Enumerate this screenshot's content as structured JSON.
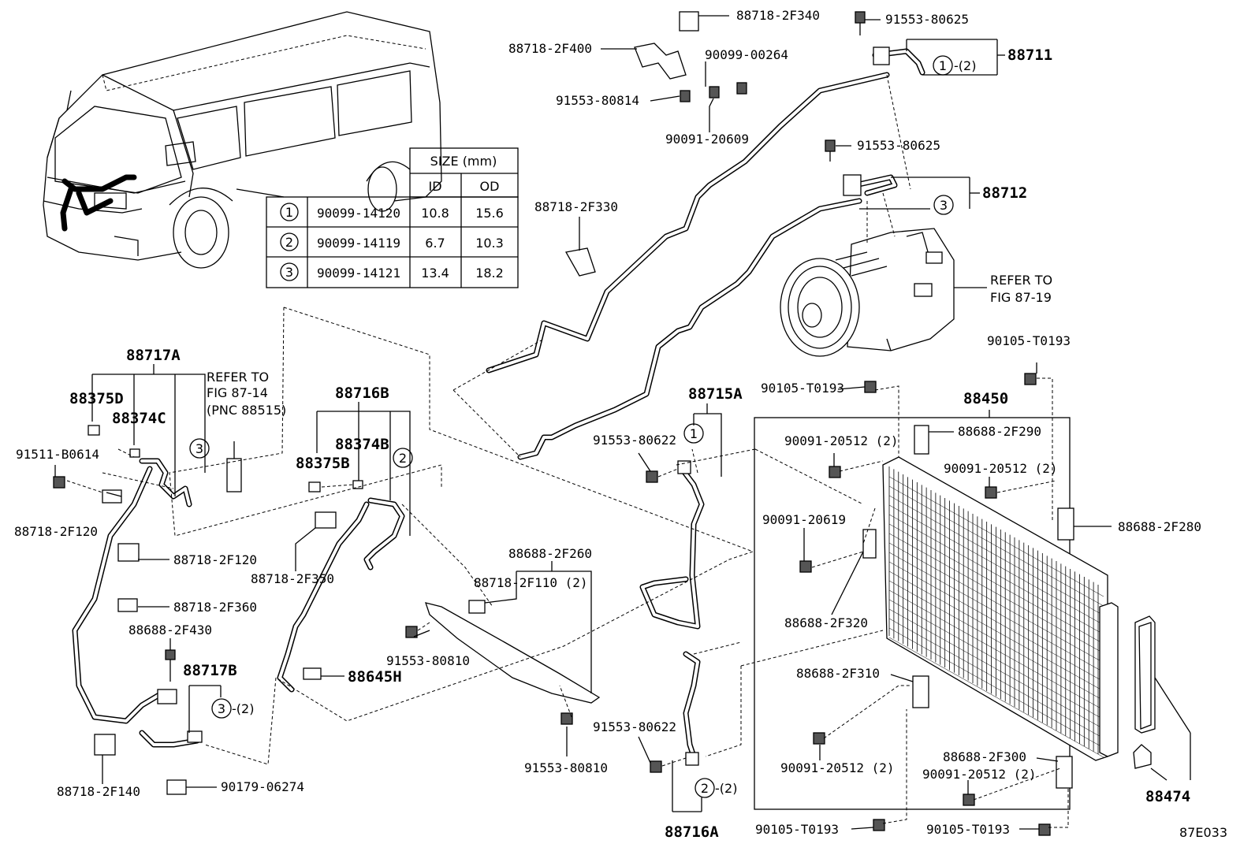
{
  "diagram_id": "87E033",
  "size_table": {
    "header": "SIZE (mm)",
    "col_id": "ID",
    "col_od": "OD",
    "rows": [
      {
        "mark": "1",
        "part": "90099-14120",
        "id": "10.8",
        "od": "15.6"
      },
      {
        "mark": "2",
        "part": "90099-14119",
        "id": "6.7",
        "od": "10.3"
      },
      {
        "mark": "3",
        "part": "90099-14121",
        "id": "13.4",
        "od": "18.2"
      }
    ]
  },
  "refer_compressor": {
    "line1": "REFER TO",
    "line2": "FIG 87-19"
  },
  "refer_valve": {
    "line1": "REFER TO",
    "line2": "FIG 87-14",
    "line3": "(PNC 88515)"
  },
  "labels": {
    "p88718_2F340": "88718-2F340",
    "p91553_80625_a": "91553-80625",
    "p88718_2F400": "88718-2F400",
    "p90099_00264": "90099-00264",
    "p88711": "88711",
    "p91553_80814": "91553-80814",
    "p90091_20609": "90091-20609",
    "p91553_80625_b": "91553-80625",
    "p88712": "88712",
    "p88718_2F330": "88718-2F330",
    "p88717A": "88717A",
    "p88375D": "88375D",
    "p88374C": "88374C",
    "p91511_B0614": "91511-B0614",
    "p88718_2F120_a": "88718-2F120",
    "p88718_2F120_b": "88718-2F120",
    "p88718_2F360": "88718-2F360",
    "p88688_2F430": "88688-2F430",
    "p88717B": "88717B",
    "p88718_2F140": "88718-2F140",
    "p90179_06274": "90179-06274",
    "p88716B": "88716B",
    "p88374B": "88374B",
    "p88375B": "88375B",
    "p88718_2F350": "88718-2F350",
    "p88645H": "88645H",
    "p88688_2F260": "88688-2F260",
    "p88718_2F110": "88718-2F110 (2)",
    "p91553_80810_a": "91553-80810",
    "p91553_80810_b": "91553-80810",
    "p88715A": "88715A",
    "p91553_80622_a": "91553-80622",
    "p91553_80622_b": "91553-80622",
    "p88716A": "88716A",
    "p90105_T0193_a": "90105-T0193",
    "p90105_T0193_b": "90105-T0193",
    "p90105_T0193_c": "90105-T0193",
    "p90105_T0193_d": "90105-T0193",
    "p88450": "88450",
    "p90091_20512_a": "90091-20512 (2)",
    "p88688_2F290": "88688-2F290",
    "p90091_20512_b": "90091-20512 (2)",
    "p90091_20619": "90091-20619",
    "p88688_2F280": "88688-2F280",
    "p88688_2F320": "88688-2F320",
    "p88688_2F310": "88688-2F310",
    "p90091_20512_c": "90091-20512 (2)",
    "p88688_2F300": "88688-2F300",
    "p90091_20512_d": "90091-20512 (2)",
    "p88474": "88474"
  },
  "marks": {
    "m1_top": "1",
    "m1_top_qty": "-(2)",
    "m3_top": "3",
    "m3_valve": "3",
    "m3_lower": "3",
    "m3_lower_qty": "-(2)",
    "m2_b": "2",
    "m1_a": "1",
    "m2_bottom": "2",
    "m2_bottom_qty": "-(2)"
  }
}
